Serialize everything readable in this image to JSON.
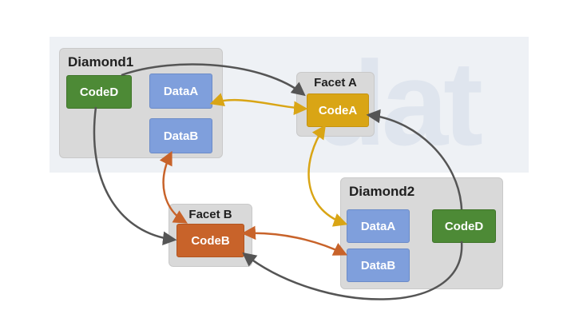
{
  "watermark": {
    "text": "dat"
  },
  "diamond1": {
    "title": "Diamond1",
    "code": "CodeD",
    "data_a": "DataA",
    "data_b": "DataB"
  },
  "facet_a": {
    "title": "Facet A",
    "code": "CodeA"
  },
  "facet_b": {
    "title": "Facet B",
    "code": "CodeB"
  },
  "diamond2": {
    "title": "Diamond2",
    "code": "CodeD",
    "data_a": "DataA",
    "data_b": "DataB"
  },
  "colors": {
    "code_green": "#4d8a36",
    "data_blue": "#7f9fdc",
    "facet_a_gold": "#d9a515",
    "facet_b_orange": "#c8632a",
    "arrow_gray": "#555555",
    "arrow_gold": "#d9a515",
    "arrow_orange": "#c8632a",
    "group_gray": "#d9d9d9"
  }
}
